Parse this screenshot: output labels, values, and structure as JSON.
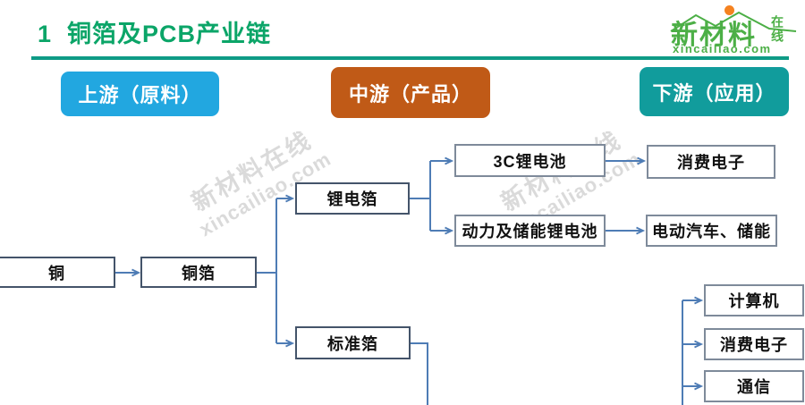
{
  "slide": {
    "title": "1  铜箔及PCB产业链",
    "logo": {
      "brand": "新材料",
      "badge": "在线",
      "domain": "xincailiao.com"
    },
    "watermark": {
      "line1": "新材料在线",
      "line2": "xincailiao.com"
    }
  },
  "stages": [
    {
      "id": "upstream",
      "label": "上游（原料）",
      "color": "#22A7E0"
    },
    {
      "id": "midstream",
      "label": "中游（产品）",
      "color": "#C05A17"
    },
    {
      "id": "downstream",
      "label": "下游（应用）",
      "color": "#119C9C"
    }
  ],
  "nodes": [
    {
      "id": "copper",
      "label": "铜"
    },
    {
      "id": "copper-foil",
      "label": "铜箔"
    },
    {
      "id": "li-battery-foil",
      "label": "锂电箔"
    },
    {
      "id": "standard-foil",
      "label": "标准箔"
    },
    {
      "id": "3c-li-battery",
      "label": "3C锂电池"
    },
    {
      "id": "power-storage-li-battery",
      "label": "动力及储能锂电池"
    },
    {
      "id": "consumer-electronics-1",
      "label": "消费电子"
    },
    {
      "id": "ev-energy-storage",
      "label": "电动汽车、储能"
    },
    {
      "id": "computer",
      "label": "计算机"
    },
    {
      "id": "consumer-electronics-2",
      "label": "消费电子"
    },
    {
      "id": "communication",
      "label": "通信"
    }
  ],
  "colors": {
    "title_green": "#0BA568",
    "divider_green": "#0E9B86",
    "connector_blue": "#4E7CB5",
    "main_node_border": "#44546A",
    "sub_node_border": "#7E8A9A",
    "logo_green": "#4CAF46",
    "logo_dot_orange": "#F58220",
    "watermark_gray": "#DADADA"
  }
}
